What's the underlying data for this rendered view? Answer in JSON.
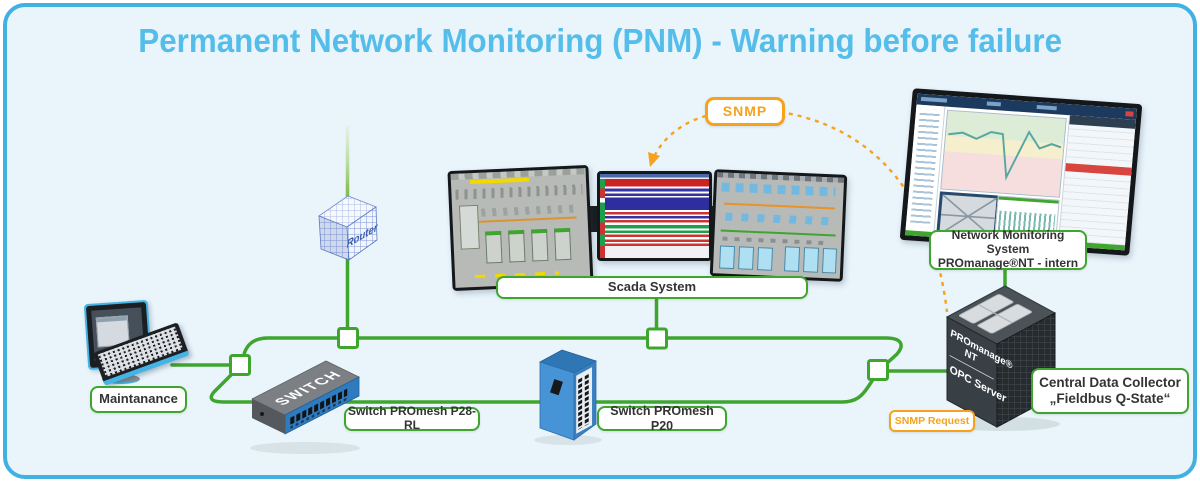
{
  "title": "Permanent Network Monitoring (PNM) - Warning before failure",
  "colors": {
    "background": "#e9f4fb",
    "frame_blue": "#41b1e1",
    "title_blue": "#55bde9",
    "line_green": "#3fa52f",
    "accent_orange": "#f6a21d"
  },
  "labels": {
    "snmp": "SNMP",
    "snmp_request": "SNMP Request",
    "scada_system": "Scada System",
    "maintanance": "Maintanance",
    "switch_p28rl": "Switch PROmesh P28-RL",
    "switch_p20": "Switch PROmesh P20",
    "nms_line1": "Network Monitoring System",
    "nms_line2": "PROmanage®NT - intern",
    "collector_line1": "Central Data Collector",
    "collector_line2": "„Fieldbus Q-State“"
  },
  "devices": {
    "router_label": "Router",
    "switch_label": "SWITCH",
    "server_line1": "PROmanage®",
    "server_line2": "NT",
    "server_line3": "OPC Server"
  }
}
